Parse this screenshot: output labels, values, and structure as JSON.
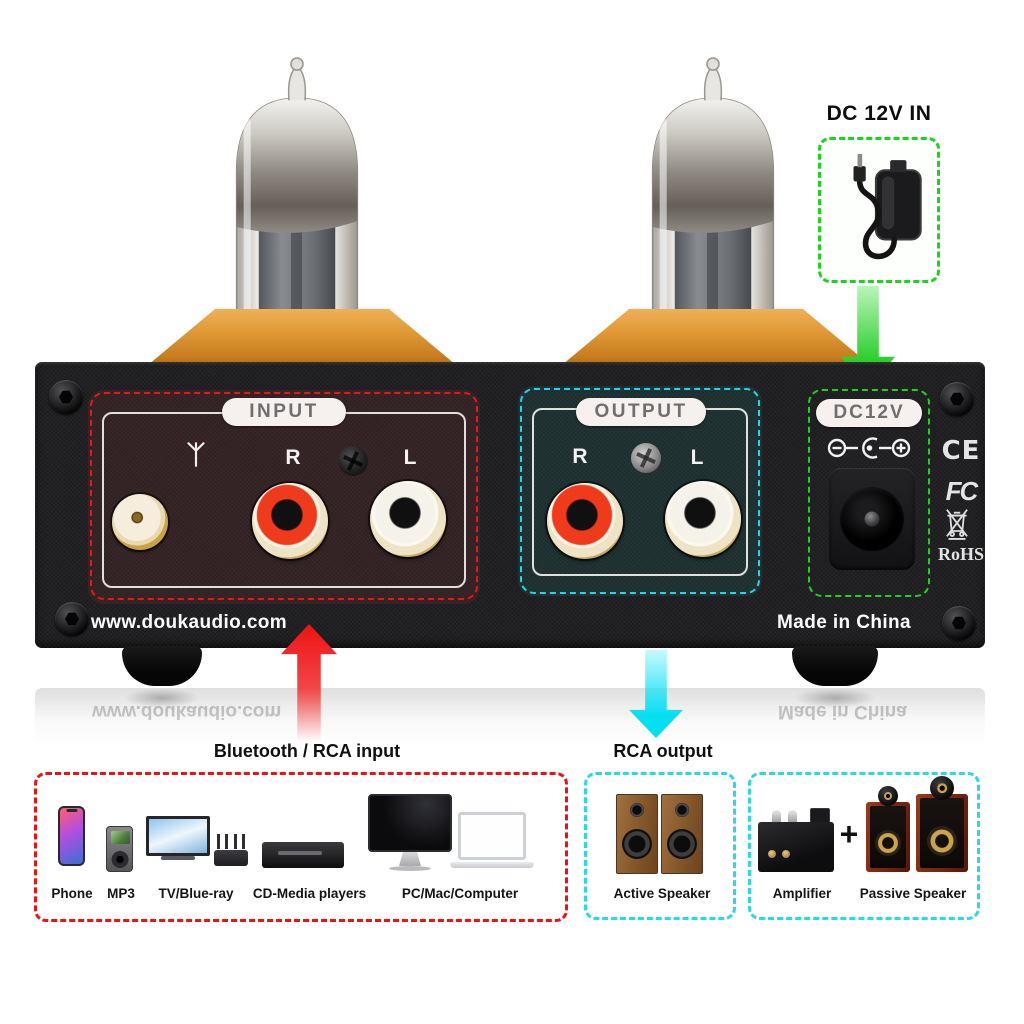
{
  "power_callout": {
    "title": "DC 12V IN"
  },
  "amplifier_panel": {
    "website": "www.doukaudio.com",
    "made_in": "Made in China",
    "input": {
      "label": "INPUT",
      "right": "R",
      "left": "L"
    },
    "output": {
      "label": "OUTPUT",
      "right": "R",
      "left": "L"
    },
    "power": {
      "label": "DC12V"
    },
    "certs": {
      "ce": "CE",
      "fcc": "FC",
      "rohs": "RoHS"
    }
  },
  "callouts": {
    "input_label": "Bluetooth / RCA input",
    "output_label": "RCA output"
  },
  "sources": {
    "items": [
      {
        "label": "Phone"
      },
      {
        "label": "MP3"
      },
      {
        "label": "TV/Blue-ray"
      },
      {
        "label": "CD-Media players"
      },
      {
        "label": "PC/Mac/Computer"
      }
    ]
  },
  "outputs": {
    "active_label": "Active Speaker",
    "amplifier_label": "Amplifier",
    "plus": "+",
    "passive_label": "Passive Speaker"
  },
  "colors": {
    "input_accent": "#ee1515",
    "output_accent": "#1fd8ee",
    "power_accent": "#1bd51b",
    "arrow_red": "#ee1212",
    "arrow_cyan": "#04dff2",
    "arrow_green": "#2ed02e",
    "tube_base": "#d88a28"
  }
}
